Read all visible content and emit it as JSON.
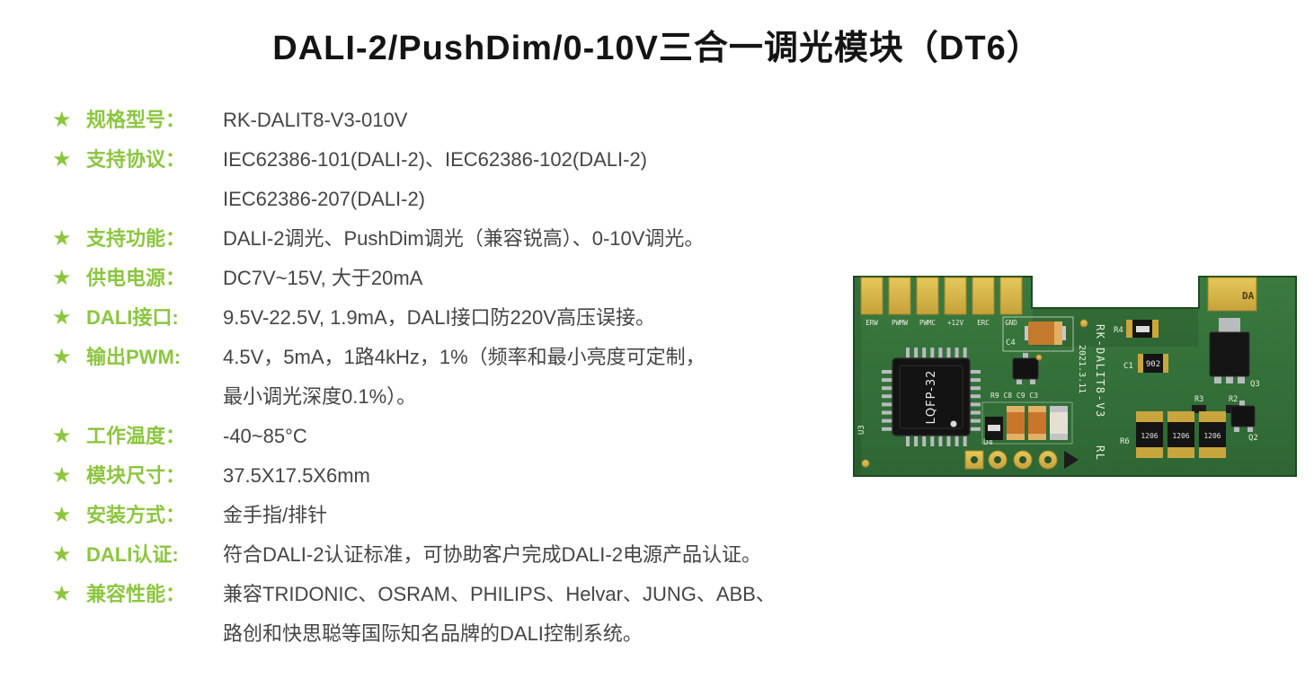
{
  "title": "DALI-2/PushDim/0-10V三合一调光模块（DT6）",
  "icons": {
    "star": "★"
  },
  "colors": {
    "accent_green": "#8CC63F",
    "text_dark": "#454545",
    "pcb_green": "#35703A",
    "pad_gold": "#D7B84C"
  },
  "specs": [
    {
      "label": "规格型号：",
      "lines": [
        "RK-DALIT8-V3-010V"
      ]
    },
    {
      "label": "支持协议：",
      "lines": [
        "IEC62386-101(DALI-2)、IEC62386-102(DALI-2)",
        "IEC62386-207(DALI-2)"
      ]
    },
    {
      "label": "支持功能：",
      "lines": [
        "DALI-2调光、PushDim调光（兼容锐高）、0-10V调光。"
      ]
    },
    {
      "label": "供电电源：",
      "lines": [
        "DC7V~15V, 大于20mA"
      ]
    },
    {
      "label": "DALI接口:",
      "lines": [
        "9.5V-22.5V, 1.9mA，DALI接口防220V高压误接。"
      ]
    },
    {
      "label": "输出PWM:",
      "lines": [
        "4.5V，5mA，1路4kHz，1%（频率和最小亮度可定制，",
        "最小调光深度0.1%）。"
      ]
    },
    {
      "label": "工作温度：",
      "lines": [
        "-40~85°C"
      ]
    },
    {
      "label": "模块尺寸：",
      "lines": [
        "37.5X17.5X6mm"
      ]
    },
    {
      "label": "安装方式：",
      "lines": [
        "金手指/排针"
      ]
    },
    {
      "label": "DALI认证:",
      "lines": [
        "符合DALI-2认证标准，可协助客户完成DALI-2电源产品认证。"
      ]
    },
    {
      "label": "兼容性能：",
      "lines": [
        "兼容TRIDONIC、OSRAM、PHILIPS、Helvar、JUNG、ABB、",
        "路创和快思聪等国际知名品牌的DALI控制系统。"
      ]
    }
  ],
  "pcb": {
    "pads": [
      "ERW",
      "PWMW",
      "PWMC",
      "+12V",
      "ERC",
      "GND"
    ],
    "chip_label": "LQFP-32",
    "ref_u3": "U3",
    "ref_u4": "U4",
    "ref_c4": "C4",
    "passive_row": "R9 C8 C9 C3",
    "board_name": "RK-DALIT8-V3",
    "board_rev": "RL",
    "board_date": "2021.3.11",
    "ref_r4": "R4",
    "ref_c1": "C1",
    "ref_r3": "R3",
    "ref_r2": "R2",
    "ref_r6": "R6",
    "ref_q2": "Q2",
    "ref_q3": "Q3",
    "da_pad": "DA",
    "marking_902": "902",
    "marking_1206": "1206"
  }
}
